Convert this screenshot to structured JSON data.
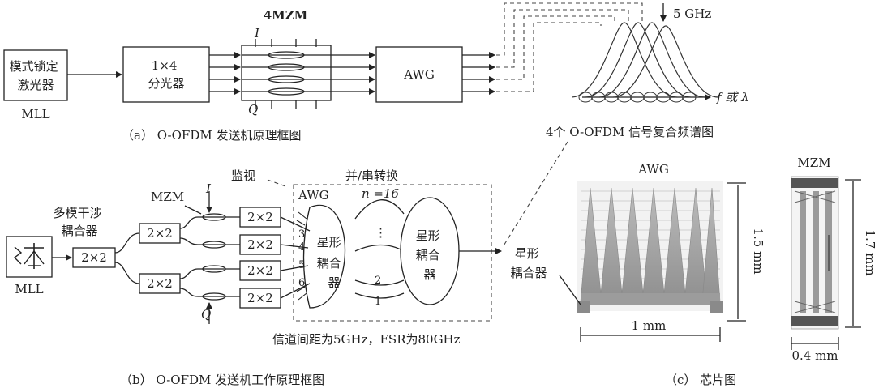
{
  "panel_a": {
    "mll_box": "模式锁定\n激光器",
    "mll_label": "MLL",
    "splitter": "1×4\n分光器",
    "mzm_title": "4MZM",
    "i_label": "I",
    "q_label": "Q",
    "awg": "AWG",
    "caption": "（a） O-OFDM 发送机原理框图"
  },
  "spectrum": {
    "freq_label": "5 GHz",
    "axis_label": "f 或 λ",
    "caption": "4个 O-OFDM 信号复合频谱图"
  },
  "panel_b": {
    "monitor": "监视",
    "parallel_serial": "并/串转换",
    "mzm": "MZM",
    "i_label": "I",
    "q_label": "Q",
    "mmi": "多模干涉\n耦合器",
    "coupler": "2×2",
    "mll_label": "MLL",
    "awg": "AWG",
    "n_label": "n =16",
    "ports": [
      "3",
      "4",
      "5",
      "6"
    ],
    "right_ports": [
      "2",
      "1"
    ],
    "dots": "⋮",
    "star1": "星形\n耦合\n器",
    "star2": "星形\n耦合\n器",
    "spacing_note": "信道间距为5GHz，FSR为80GHz",
    "caption": "（b） O-OFDM 发送机工作原理框图"
  },
  "panel_c": {
    "awg_title": "AWG",
    "mzm_title": "MZM",
    "star_label": "星形\n耦合器",
    "dim_h_awg": "1.5 mm",
    "dim_w_awg": "1 mm",
    "dim_h_mzm": "1.7 mm",
    "dim_w_mzm": "0.4 mm",
    "caption": "（c） 芯片图"
  }
}
